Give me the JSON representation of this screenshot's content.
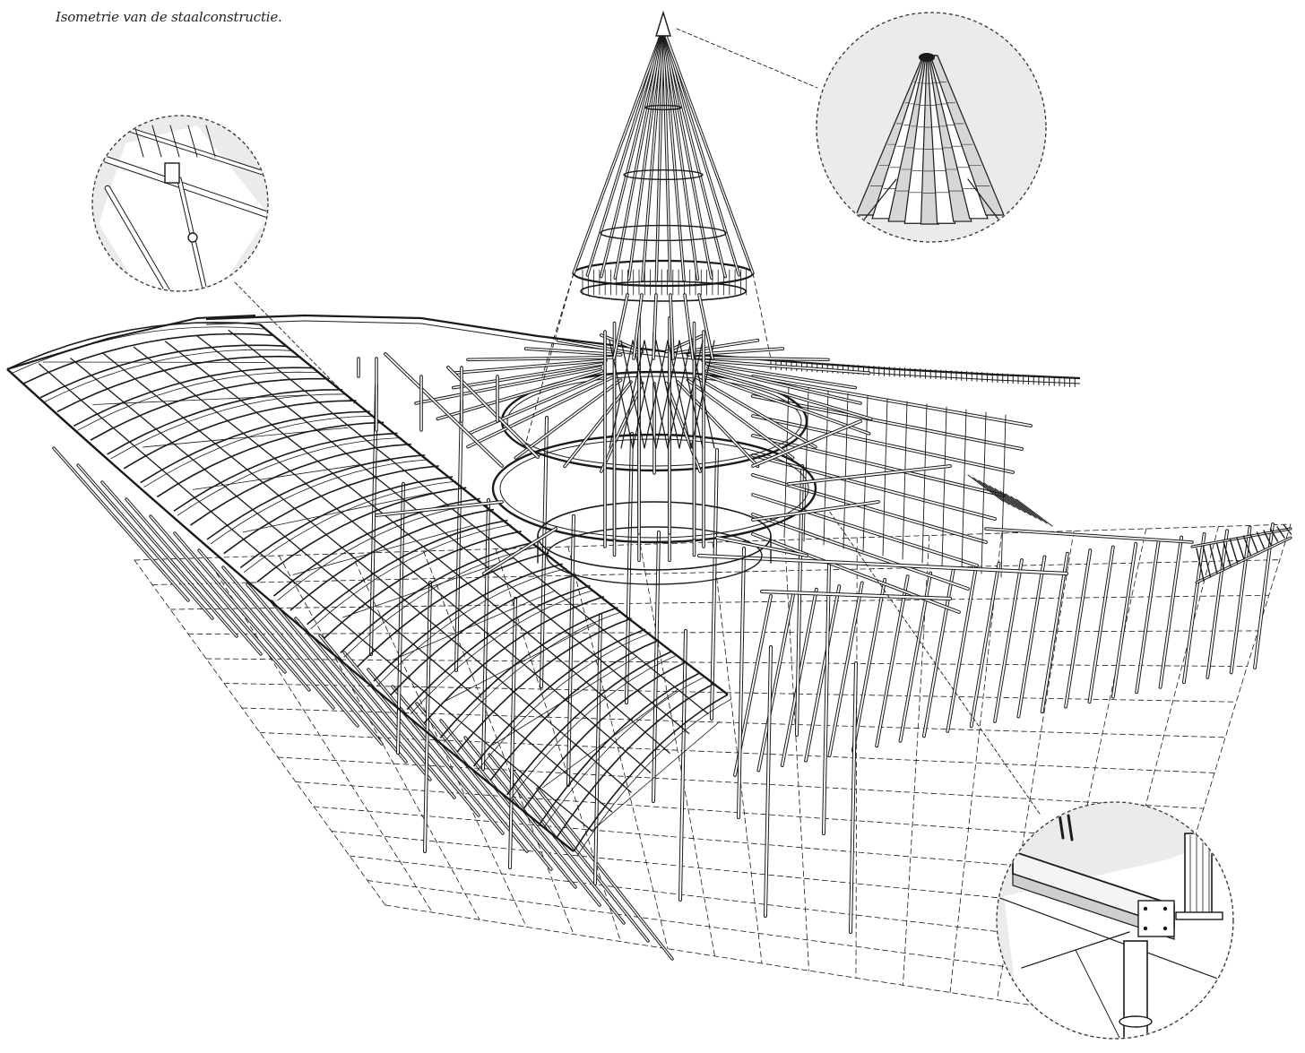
{
  "caption": "Isometrie van de staalconstructie.",
  "colors": {
    "background": "#ffffff",
    "ink": "#1a1a1a",
    "detail_fill": "#ebebeb",
    "detail_border": "#333333"
  },
  "detail_views": [
    {
      "name": "detail-roof-beam-connection",
      "depicts": "roof beam hinge connection"
    },
    {
      "name": "detail-spire-top",
      "depicts": "bundled tubes at cone apex"
    },
    {
      "name": "detail-column-base",
      "depicts": "girder on column with bolted plate"
    }
  ]
}
